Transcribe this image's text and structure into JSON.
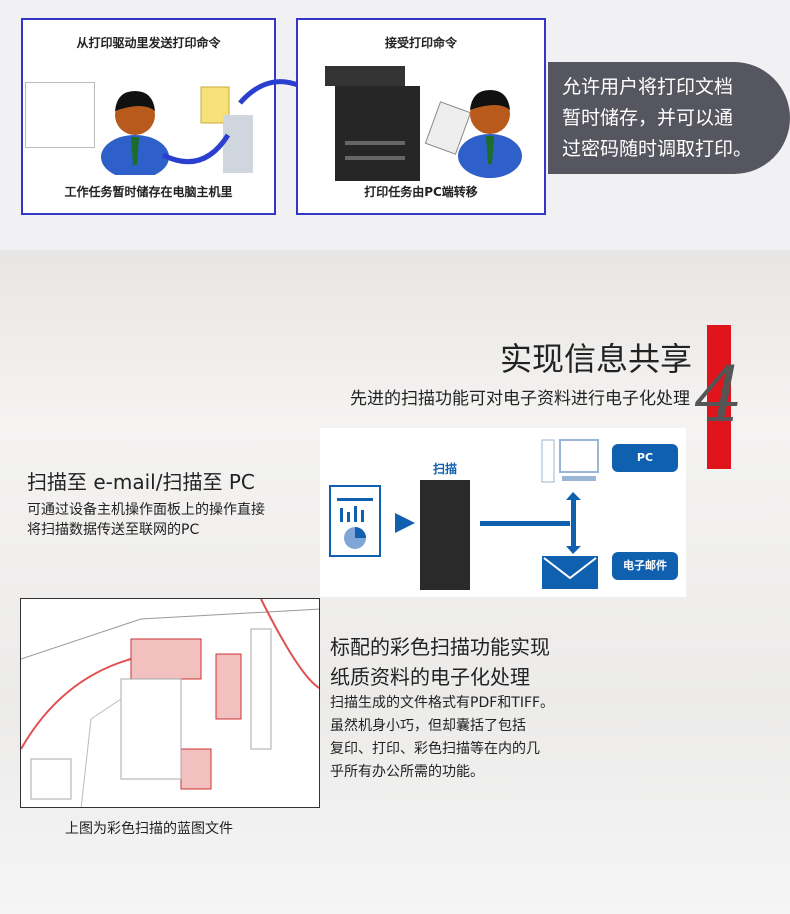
{
  "print_section": {
    "left_box": {
      "top_caption": "从打印驱动里发送打印命令",
      "bottom_caption": "工作任务暂时储存在电脑主机里"
    },
    "right_box": {
      "top_caption": "接受打印命令",
      "bottom_caption": "打印任务由PC端转移"
    },
    "callout_lines": [
      "允许用户将打印文档",
      "暂时储存，并可以通",
      "过密码随时调取打印。"
    ]
  },
  "share_section": {
    "title": "实现信息共享",
    "subtitle": "先进的扫描功能可对电子资料进行电子化处理",
    "number": "4",
    "scan_heading": "扫描至 e-mail/扫描至 PC",
    "scan_desc_lines": [
      "可通过设备主机操作面板上的操作直接",
      "将扫描数据传送至联网的PC"
    ],
    "diagram": {
      "scan_label": "扫描",
      "pc_label": "PC",
      "email_label": "电子邮件"
    },
    "color_heading_lines": [
      "标配的彩色扫描功能实现",
      "纸质资料的电子化处理"
    ],
    "color_desc_lines": [
      "扫描生成的文件格式有PDF和TIFF。",
      "虽然机身小巧，但却囊括了包括",
      "复印、打印、彩色扫描等在内的几",
      "乎所有办公所需的功能。"
    ],
    "blueprint_caption": "上图为彩色扫描的蓝图文件"
  },
  "colors": {
    "accent_red": "#e0141c",
    "diagram_blue": "#1060b0",
    "box_border": "#3535c8"
  }
}
